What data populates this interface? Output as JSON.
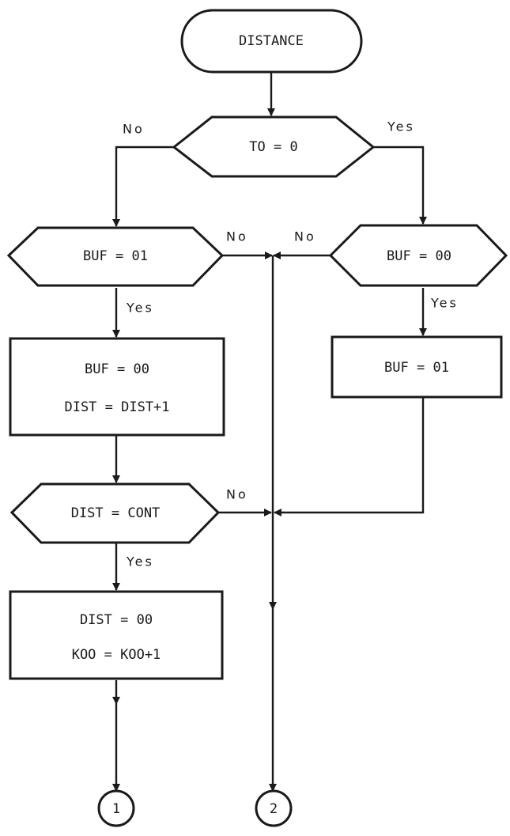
{
  "flowchart": {
    "start": "DISTANCE",
    "dec_to": "TO = 0",
    "dec_buf01": "BUF = 01",
    "dec_buf00": "BUF = 00",
    "box_left_line1": "BUF = 00",
    "box_left_line2": "DIST = DIST+1",
    "box_right": "BUF = 01",
    "dec_dist": "DIST = CONT",
    "box_bottom_line1": "DIST = 00",
    "box_bottom_line2": "KOO = KOO+1",
    "connector_1": "1",
    "connector_2": "2",
    "labels": {
      "yes": "Yes",
      "no": "No"
    }
  }
}
